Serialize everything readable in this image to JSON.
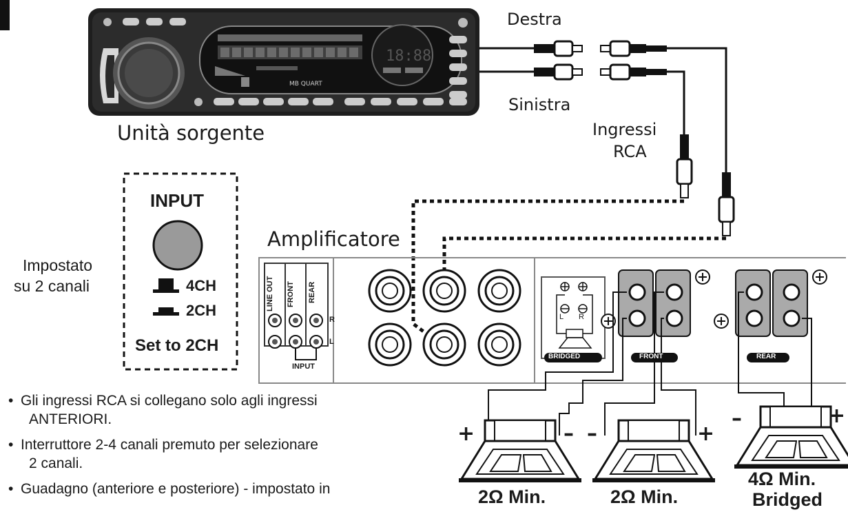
{
  "labels": {
    "right_channel": "Destra",
    "left_channel": "Sinistra",
    "source_unit": "Unità sorgente",
    "rca_inputs_line1": "Ingressi",
    "rca_inputs_line2": "RCA",
    "amplifier": "Amplificatore",
    "set_line1": "Impostato",
    "set_line2": "su 2 canali"
  },
  "input_box": {
    "title": "INPUT",
    "option_4ch": "4CH",
    "option_2ch": "2CH",
    "set_to": "Set to 2CH"
  },
  "panel": {
    "line_out": "LINE OUT",
    "front": "FRONT",
    "rear": "REAR",
    "r": "R",
    "l": "L",
    "input": "INPUT",
    "bridged_badge": "BRIDGED",
    "front_badge": "FRONT",
    "rear_badge": "REAR",
    "terminal_l": "L",
    "terminal_r": "R"
  },
  "speakers": [
    {
      "left_sign": "+",
      "right_sign": "–",
      "rating": "2Ω Min.",
      "rating2": ""
    },
    {
      "left_sign": "–",
      "right_sign": "+",
      "rating": "2Ω Min.",
      "rating2": ""
    },
    {
      "left_sign": "–",
      "right_sign": "+",
      "rating": "4Ω Min.",
      "rating2": "Bridged"
    }
  ],
  "head_unit": {
    "brand": "MB QUART",
    "clock": "18:88"
  },
  "notes": [
    {
      "line1": "Gli ingressi RCA si collegano solo agli ingressi",
      "line2": "ANTERIORI."
    },
    {
      "line1": "Interruttore 2-4 canali premuto per selezionare",
      "line2": "2 canali."
    },
    {
      "line1": "Guadagno (anteriore e posteriore) - impostato in",
      "line2": ""
    }
  ]
}
